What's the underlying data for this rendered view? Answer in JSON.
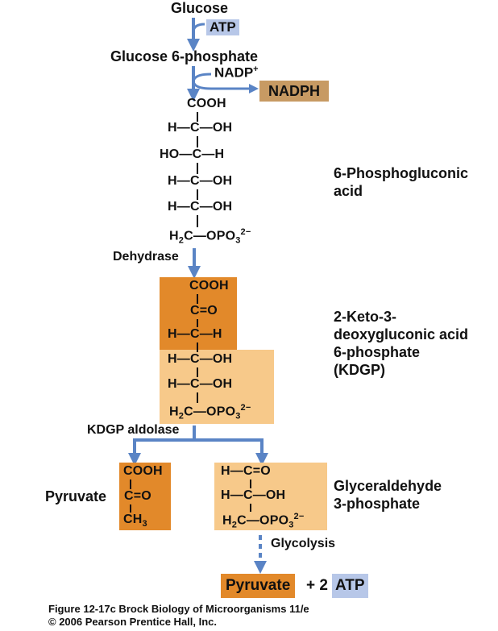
{
  "top": {
    "glucose": "Glucose",
    "atp": "ATP",
    "glucose6p": "Glucose 6-phosphate",
    "nadp": "NADP",
    "nadp_sup": "+",
    "nadph": "NADPH"
  },
  "gluconic": {
    "rows": [
      "COOH",
      "H—C—OH",
      "HO—C—H",
      "H—C—OH",
      "H—C—OH"
    ],
    "last_pre": "H",
    "last_sub": "2",
    "last_mid": "C—OPO",
    "last_sub2": "3",
    "last_sup": "2−",
    "label_line1": "6-Phosphogluconic",
    "label_line2": "acid",
    "enzyme": "Dehydrase"
  },
  "kdgp": {
    "rows_dark": [
      "COOH",
      "C=O",
      "H—C—H"
    ],
    "rows_light": [
      "H—C—OH",
      "H—C—OH"
    ],
    "last_pre": "H",
    "last_sub": "2",
    "last_mid": "C—OPO",
    "last_sub2": "3",
    "last_sup": "2−",
    "label_line1": "2-Keto-3-",
    "label_line2": "deoxygluconic acid",
    "label_line3": "6-phosphate",
    "label_line4": "(KDGP)",
    "enzyme": "KDGP aldolase"
  },
  "pyruvate": {
    "label": "Pyruvate",
    "rows": [
      "COOH",
      "C=O"
    ],
    "last_pre": "CH",
    "last_sub": "3"
  },
  "g3p": {
    "rows": [
      "H—C=O",
      "H—C—OH"
    ],
    "last_pre": "H",
    "last_sub": "2",
    "last_mid": "C—OPO",
    "last_sub2": "3",
    "last_sup": "2−",
    "label_line1": "Glyceraldehyde",
    "label_line2": "3-phosphate"
  },
  "bottom": {
    "glycolysis": "Glycolysis",
    "pyruvate": "Pyruvate",
    "plus": "+ 2",
    "atp": "ATP"
  },
  "caption": {
    "line1": "Figure 12-17c  Brock Biology of Microorganisms 11/e",
    "line2": "© 2006 Pearson Prentice Hall, Inc."
  },
  "colors": {
    "arrow": "#5a84c5",
    "blue_box": "#b7c7e8",
    "dark_orange": "#e2892a",
    "light_orange": "#f7c98a",
    "tan": "#c79a63"
  }
}
